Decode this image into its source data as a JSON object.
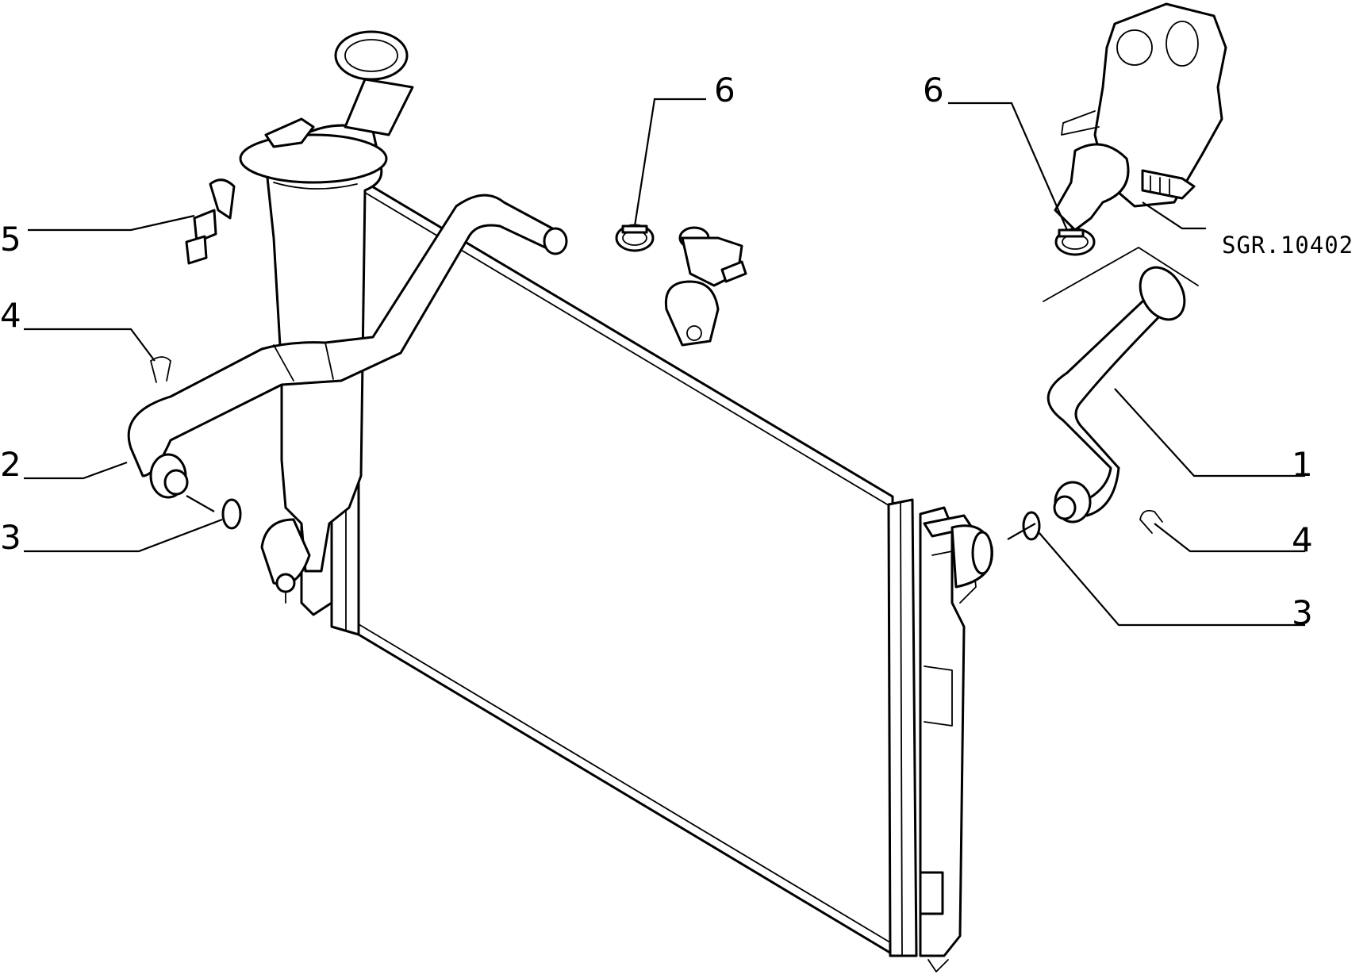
{
  "callouts": {
    "c5_left": "5",
    "c4_left": "4",
    "c2_left": "2",
    "c3_left": "3",
    "c6_center": "6",
    "c6_right": "6",
    "c1_right": "1",
    "c4_right": "4",
    "c3_right": "3"
  },
  "reference_code": "SGR.10402"
}
